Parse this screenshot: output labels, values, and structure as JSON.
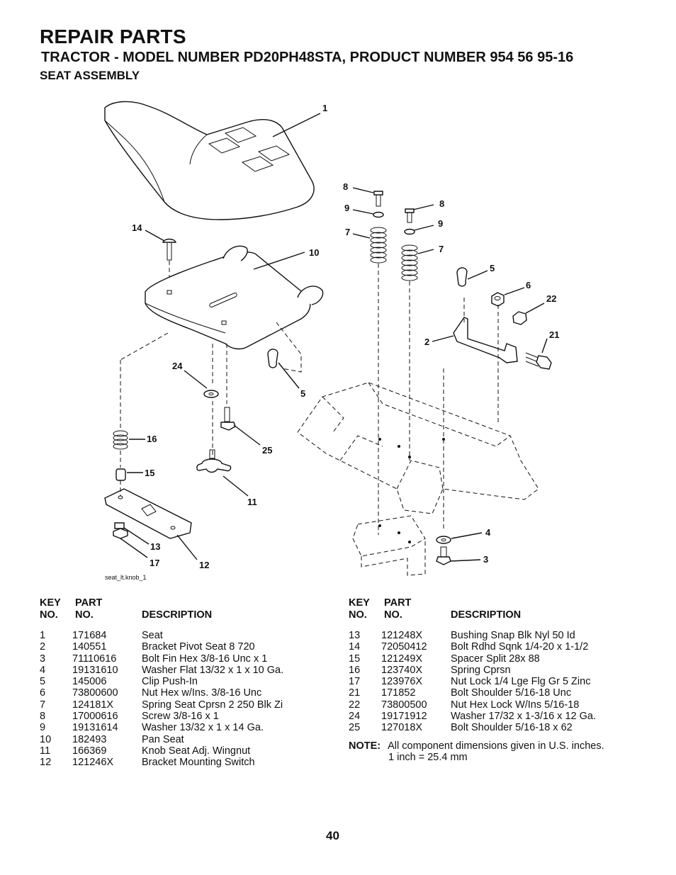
{
  "header": {
    "title": "REPAIR PARTS",
    "subtitle": "TRACTOR - MODEL NUMBER PD20PH48STA, PRODUCT NUMBER 954 56 95-16",
    "section": "SEAT ASSEMBLY"
  },
  "diagram": {
    "caption": "seat_lt.knob_1",
    "callouts": [
      "1",
      "8",
      "9",
      "7",
      "8",
      "9",
      "7",
      "14",
      "10",
      "5",
      "6",
      "22",
      "2",
      "21",
      "24",
      "5",
      "16",
      "25",
      "15",
      "11",
      "4",
      "13",
      "3",
      "17",
      "12"
    ]
  },
  "table": {
    "headers": {
      "key": "KEY",
      "no": "NO.",
      "part": "PART",
      "part_no": "NO.",
      "description": "DESCRIPTION"
    },
    "left": [
      {
        "key": "1",
        "part": "171684",
        "desc": "Seat"
      },
      {
        "key": "2",
        "part": "140551",
        "desc": "Bracket Pivot Seat 8 720"
      },
      {
        "key": "3",
        "part": "71110616",
        "desc": "Bolt Fin Hex 3/8-16 Unc x 1"
      },
      {
        "key": "4",
        "part": "19131610",
        "desc": "Washer Flat 13/32 x 1 x 10 Ga."
      },
      {
        "key": "5",
        "part": "145006",
        "desc": "Clip Push-In"
      },
      {
        "key": "6",
        "part": "73800600",
        "desc": "Nut Hex w/Ins. 3/8-16 Unc"
      },
      {
        "key": "7",
        "part": "124181X",
        "desc": "Spring Seat Cprsn 2 250 Blk Zi"
      },
      {
        "key": "8",
        "part": "17000616",
        "desc": "Screw 3/8-16 x 1"
      },
      {
        "key": "9",
        "part": "19131614",
        "desc": "Washer 13/32 x 1 x 14 Ga."
      },
      {
        "key": "10",
        "part": "182493",
        "desc": "Pan Seat"
      },
      {
        "key": "11",
        "part": "166369",
        "desc": "Knob Seat  Adj. Wingnut"
      },
      {
        "key": "12",
        "part": "121246X",
        "desc": "Bracket Mounting Switch"
      }
    ],
    "right": [
      {
        "key": "13",
        "part": "121248X",
        "desc": "Bushing Snap Blk Nyl 50 Id"
      },
      {
        "key": "14",
        "part": "72050412",
        "desc": "Bolt Rdhd Sqnk 1/4-20 x 1-1/2"
      },
      {
        "key": "15",
        "part": "121249X",
        "desc": "Spacer Split 28x 88"
      },
      {
        "key": "16",
        "part": "123740X",
        "desc": "Spring Cprsn"
      },
      {
        "key": "17",
        "part": "123976X",
        "desc": "Nut Lock 1/4 Lge Flg Gr 5 Zinc"
      },
      {
        "key": "21",
        "part": "171852",
        "desc": "Bolt Shoulder 5/16-18 Unc"
      },
      {
        "key": "22",
        "part": "73800500",
        "desc": "Nut Hex  Lock W/Ins  5/16-18"
      },
      {
        "key": "24",
        "part": "19171912",
        "desc": "Washer 17/32 x 1-3/16 x 12 Ga."
      },
      {
        "key": "25",
        "part": "127018X",
        "desc": "Bolt Shoulder 5/16-18 x 62"
      }
    ]
  },
  "note": {
    "label": "NOTE:",
    "line1": "All component dimensions given in U.S. inches.",
    "line2": "1 inch = 25.4 mm"
  },
  "page_number": "40"
}
